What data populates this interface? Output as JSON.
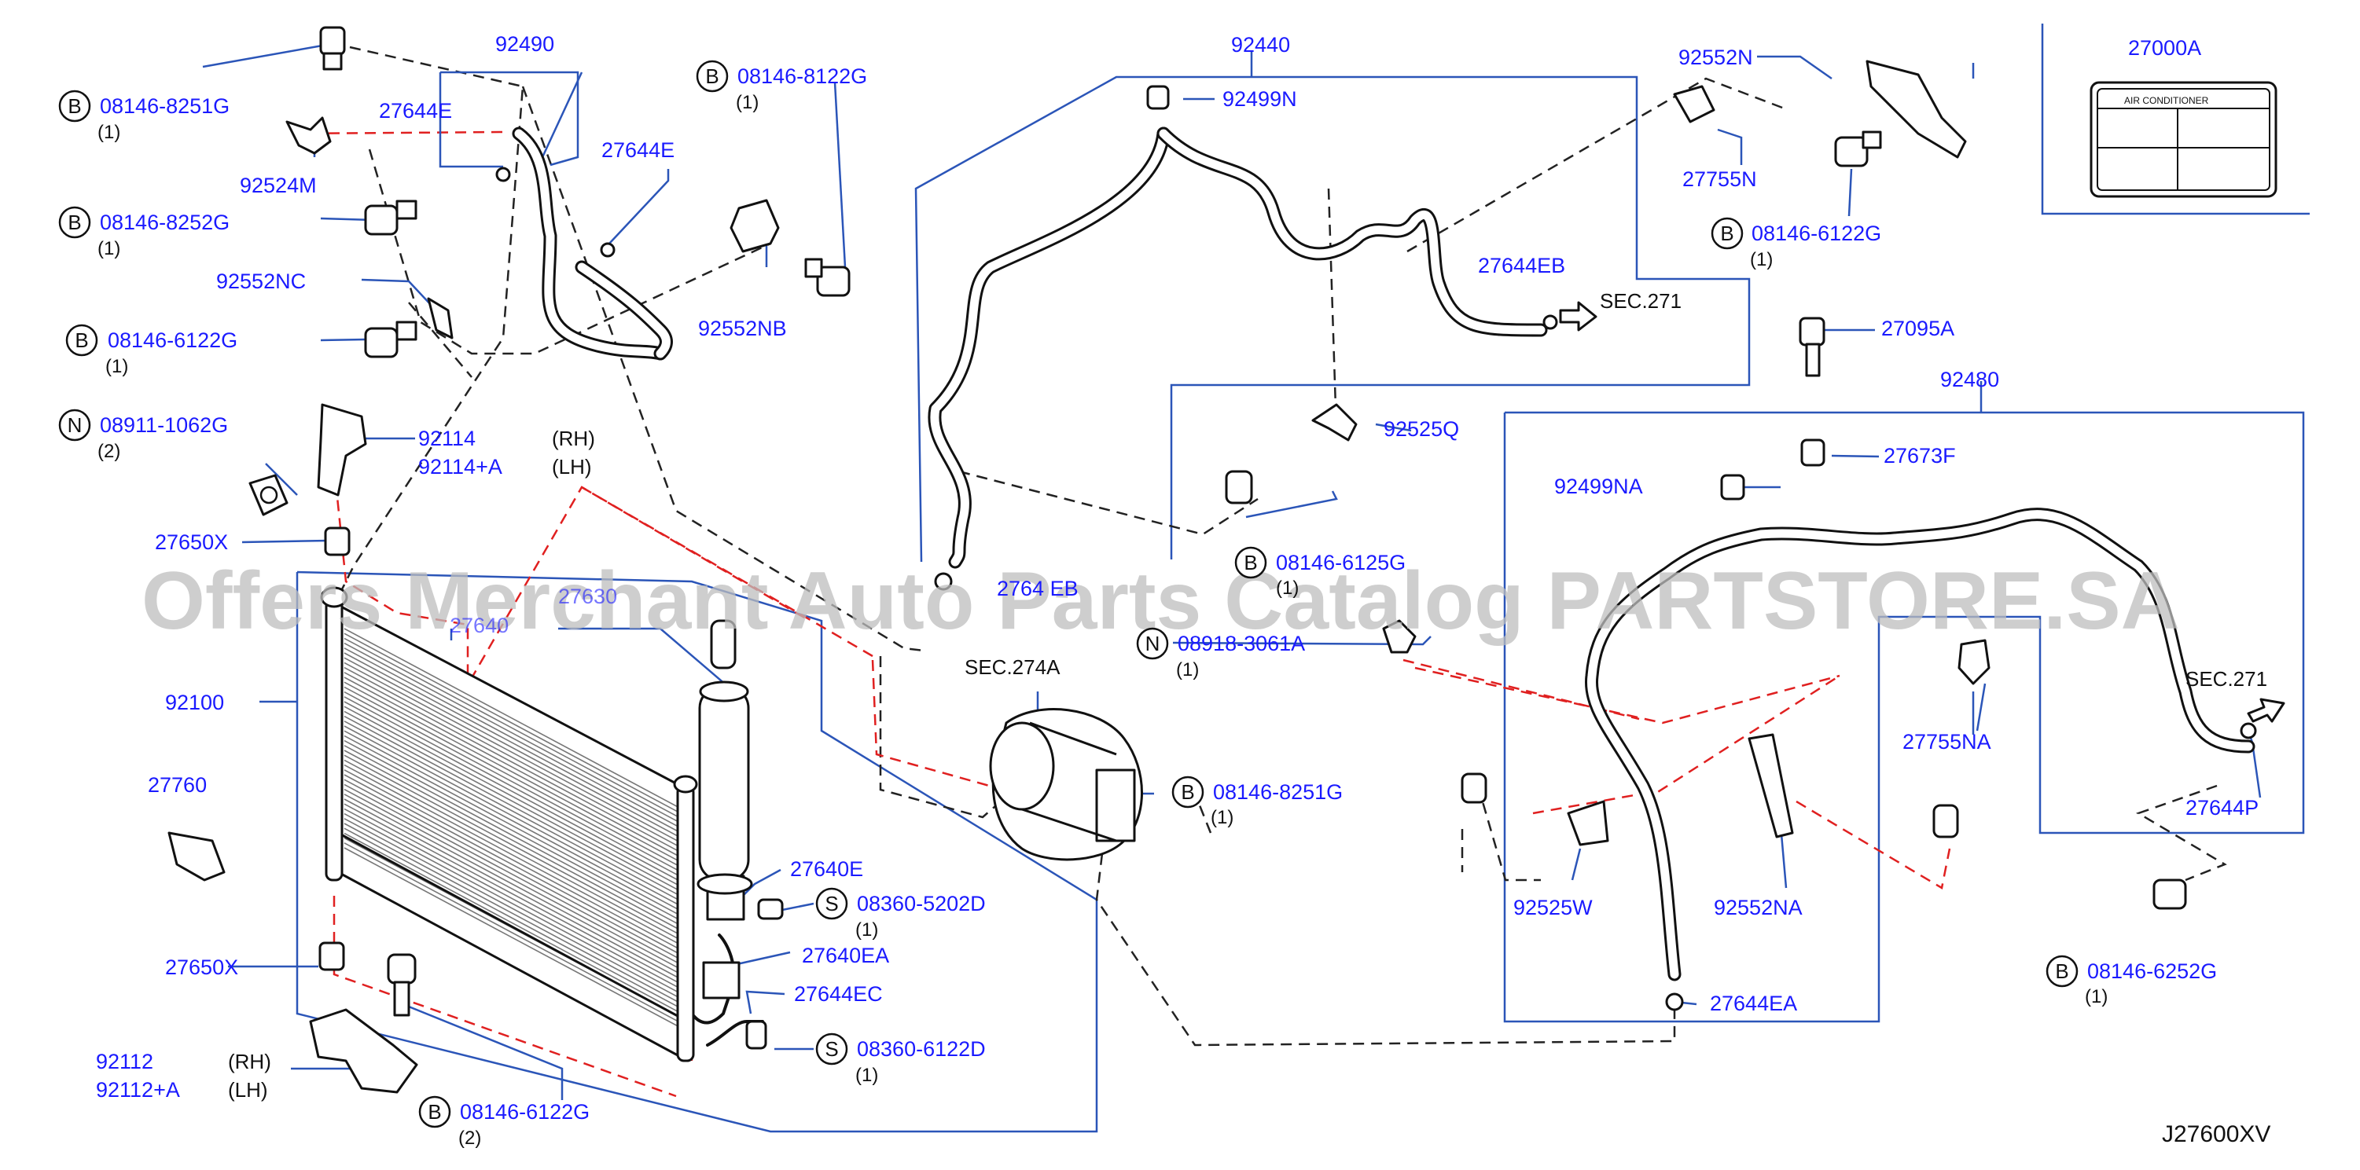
{
  "watermark": "Offers Merchant Auto Parts Catalog PARTSTORE.SA",
  "diagram_code": "J27600XV",
  "labels": {
    "p92490": "92490",
    "p08146_8251G_a": "08146-8251G",
    "cnt_8251G_a": "(1)",
    "p27644E_a": "27644E",
    "p27644E_b": "27644E",
    "p92524M": "92524M",
    "p08146_8252G": "08146-8252G",
    "cnt_8252G": "(1)",
    "p92552NC": "92552NC",
    "p08146_6122G_a": "08146-6122G",
    "cnt_6122G_a": "(1)",
    "p08911_1062G": "08911-1062G",
    "cnt_1062G": "(2)",
    "p92114": "92114",
    "p92114A": "92114+A",
    "rh": "(RH)",
    "lh": "(LH)",
    "p27650X_a": "27650X",
    "p08146_8122G": "08146-8122G",
    "cnt_8122G": "(1)",
    "p92552NB": "92552NB",
    "p92440": "92440",
    "p92499N": "92499N",
    "p27644EB_a": "27644EB",
    "p27644EB_b": "2764 EB",
    "sec271_a": "SEC.271",
    "p92525Q": "92525Q",
    "p08146_6125G": "08146-6125G",
    "cnt_6125G": "(1)",
    "p08918_3061A": "08918-3061A",
    "cnt_3061A": "(1)",
    "sec274A": "SEC.274A",
    "p08146_8251G_b": "08146-8251G",
    "cnt_8251G_b": "(1)",
    "p92552N": "92552N",
    "p27755N": "27755N",
    "p08146_6122G_b": "08146-6122G",
    "cnt_6122G_b": "(1)",
    "p27000A": "27000A",
    "ac_label": "AIR     CONDITIONER",
    "p27095A": "27095A",
    "p92480": "92480",
    "p27673F": "27673F",
    "p92499NA": "92499NA",
    "p27755NA": "27755NA",
    "sec271_b": "SEC.271",
    "p27644P": "27644P",
    "p92525W": "92525W",
    "p92552NA": "92552NA",
    "p27644EA_b": "27644EA",
    "p08146_6252G": "08146-6252G",
    "cnt_6252G": "(1)",
    "p92100": "92100",
    "p27760": "27760",
    "p27650X_b": "27650X",
    "p27640E": "27640E",
    "p08360_5202D": "08360-5202D",
    "cnt_5202D": "(1)",
    "p27640EA": "27640EA",
    "p27644EC": "27644EC",
    "p08360_6122D": "08360-6122D",
    "cnt_6122D": "(1)",
    "p92112": "92112",
    "p92112A": "92112+A",
    "p08146_6122G_c": "08146-6122G",
    "cnt_6122G_c": "(2)",
    "p27640_partial": "27640",
    "p27630_partial": "27630"
  },
  "symbols": {
    "bolt": "B",
    "nut": "N",
    "screw": "S"
  }
}
